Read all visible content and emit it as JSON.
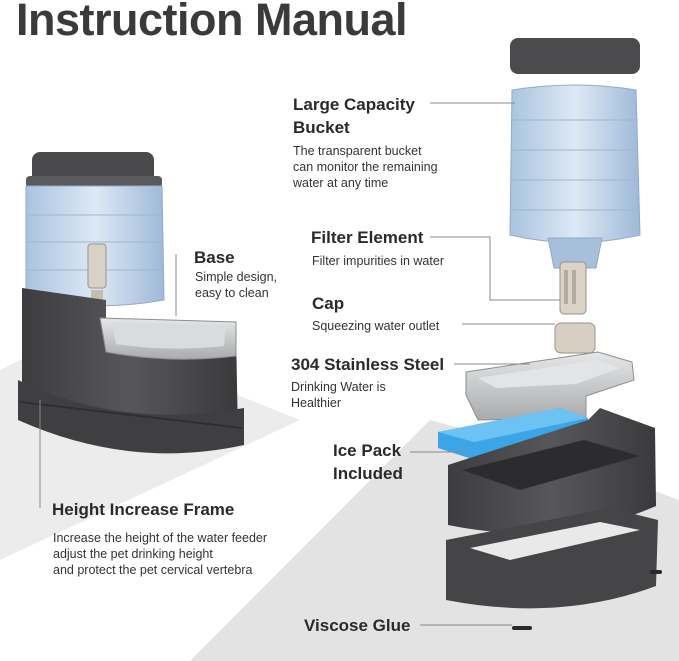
{
  "title": "Instruction Manual",
  "labels": {
    "large_capacity_heading": "Large Capacity\nBucket",
    "large_capacity_desc": "The transparent bucket\ncan monitor the remaining\nwater at any time",
    "filter_heading": "Filter Element",
    "filter_desc": "Filter impurities in water",
    "cap_heading": "Cap",
    "cap_desc": "Squeezing water outlet",
    "steel_heading": "304 Stainless Steel",
    "steel_desc": "Drinking Water is\nHealthier",
    "ice_heading": "Ice Pack\nIncluded",
    "base_heading": "Base",
    "base_desc": "Simple design,\neasy to clean",
    "frame_heading": "Height Increase Frame",
    "frame_desc": "Increase the height of the water feeder\nadjust the pet drinking height\nand protect the pet cervical vertebra",
    "glue_heading": "Viscose Glue"
  },
  "colors": {
    "plastic_dark": "#4a4a4c",
    "water_blue": "#b9cfe6",
    "ice_blue": "#3aa6e8",
    "steel": "#c9cbcd",
    "floor_gray": "#e7e7e7"
  }
}
